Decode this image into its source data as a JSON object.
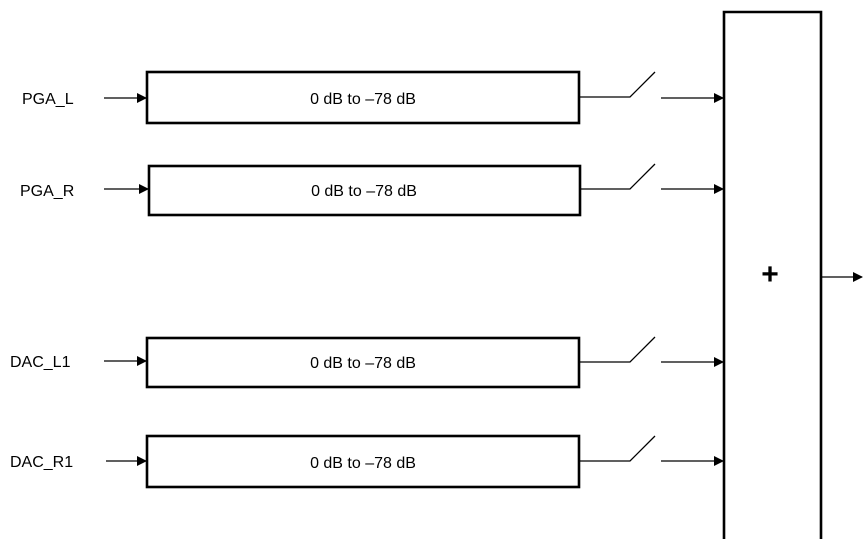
{
  "channels": [
    {
      "input": "PGA_L",
      "gain_label": "0 dB to –78 dB"
    },
    {
      "input": "PGA_R",
      "gain_label": "0 dB to –78 dB"
    },
    {
      "input": "DAC_L1",
      "gain_label": "0 dB to –78 dB"
    },
    {
      "input": "DAC_R1",
      "gain_label": "0 dB to –78 dB"
    }
  ],
  "mixer": {
    "symbol": "+"
  }
}
